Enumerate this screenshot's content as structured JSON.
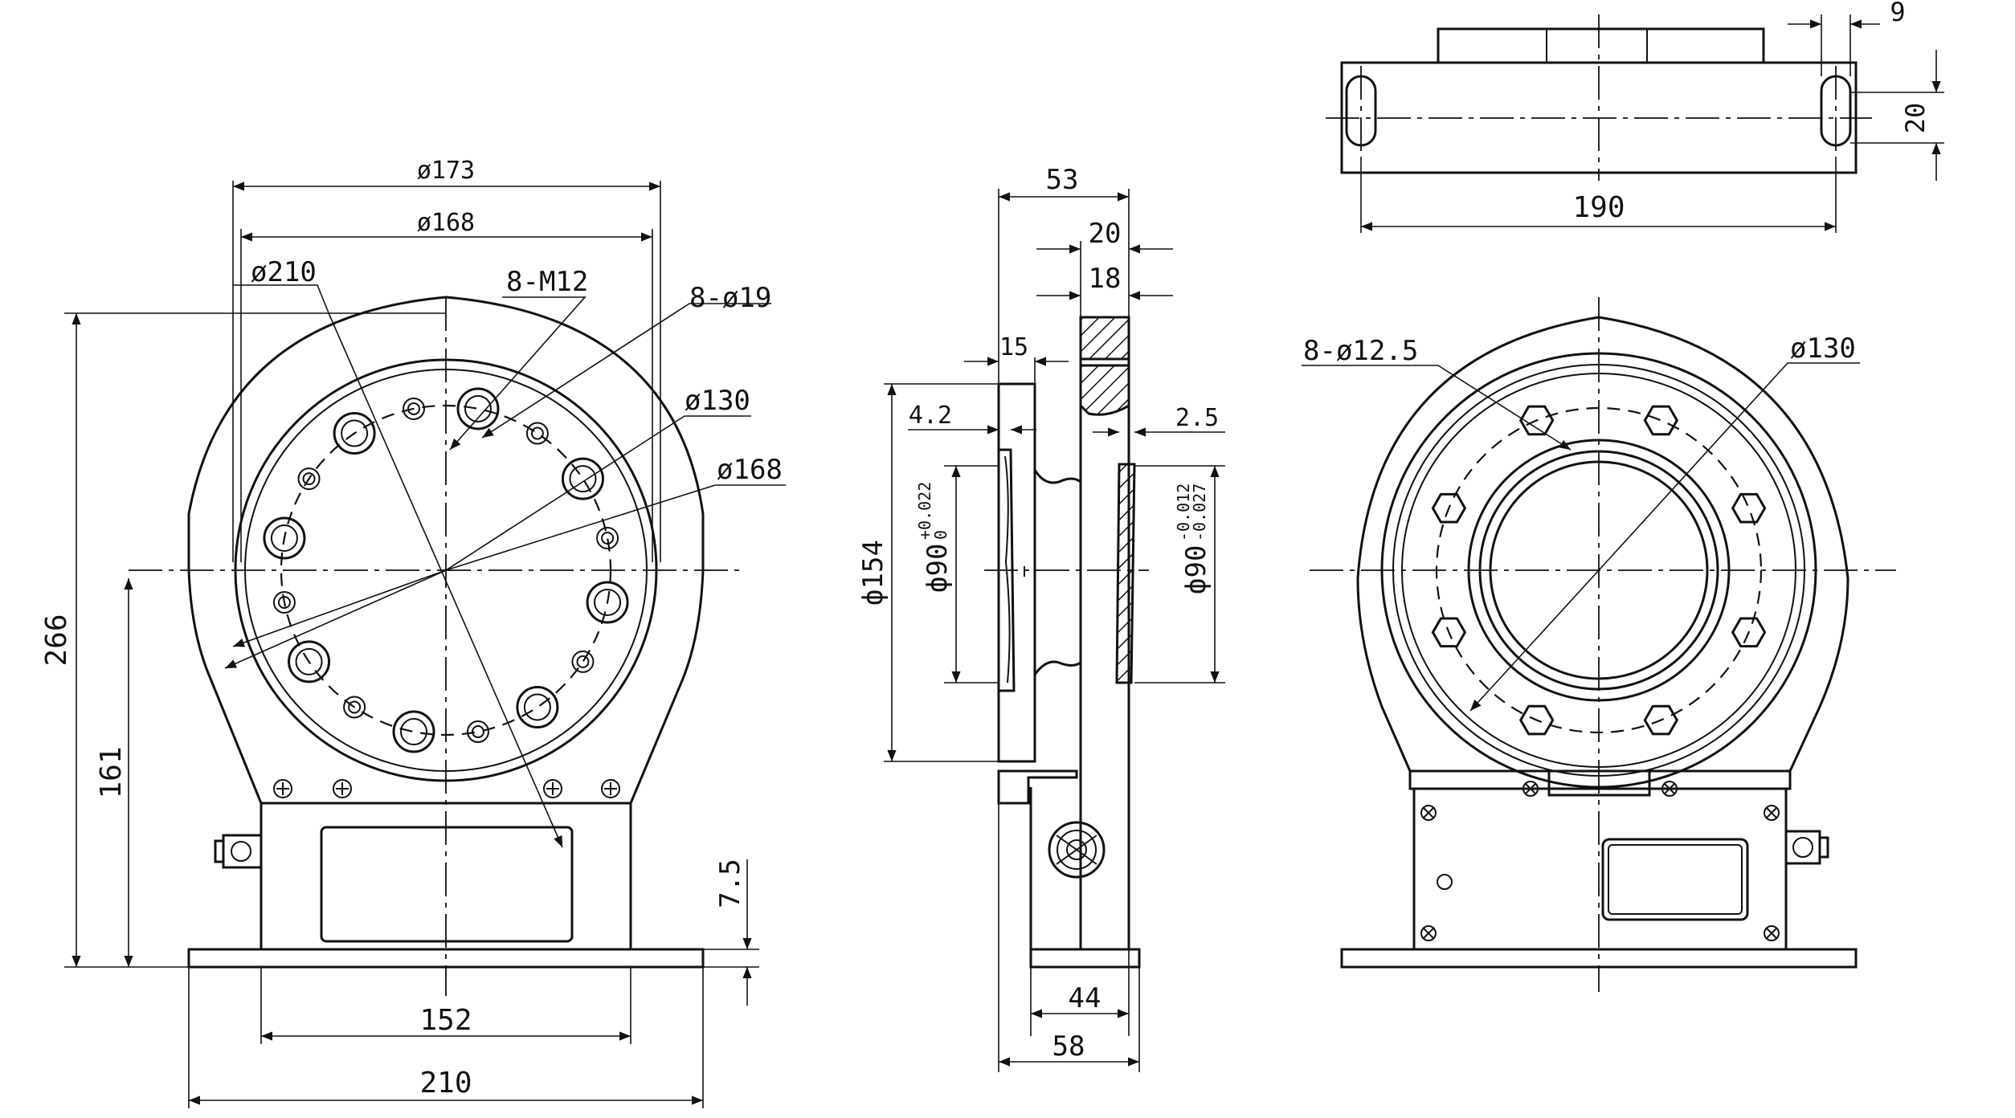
{
  "colors": {
    "line": "#111111",
    "background": "#ffffff"
  },
  "front_view": {
    "dim_d173": "ø173",
    "dim_d168_top": "ø168",
    "dim_d210": "ø210",
    "dim_8m12": "8-M12",
    "dim_8d19": "8-ø19",
    "dim_d130": "ø130",
    "dim_d168_side": "ø168",
    "dim_266": "266",
    "dim_161": "161",
    "dim_7_5": "7.5",
    "dim_152": "152",
    "dim_210": "210"
  },
  "section_view": {
    "dim_53": "53",
    "dim_20": "20",
    "dim_18": "18",
    "dim_15": "15",
    "dim_4_2": "4.2",
    "dim_2_5": "2.5",
    "dim_d154": "ф154",
    "dim_d90_left": "ф90",
    "tol_left_upper": "+0.022",
    "tol_left_lower": "0",
    "dim_d90_right": "ф90",
    "tol_right_upper": "-0.012",
    "tol_right_lower": "-0.027",
    "dim_44": "44",
    "dim_58": "58"
  },
  "top_view": {
    "dim_9": "9",
    "dim_20": "20",
    "dim_190": "190"
  },
  "rear_view": {
    "dim_8d12_5": "8-ø12.5",
    "dim_d130": "ø130"
  }
}
